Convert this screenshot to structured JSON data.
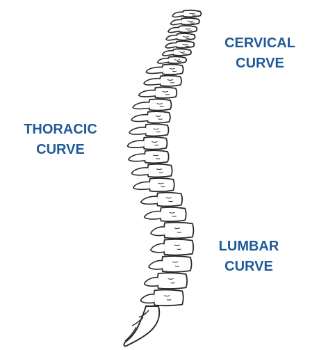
{
  "labels": {
    "cervical": {
      "line1": "CERVICAL",
      "line2": "CURVE"
    },
    "thoracic": {
      "line1": "THORACIC",
      "line2": "CURVE"
    },
    "lumbar": {
      "line1": "LUMBAR",
      "line2": "CURVE"
    }
  },
  "colors": {
    "label": "#1f5a99",
    "ink": "#2a2a2a",
    "background": "#ffffff"
  },
  "vertebrae": {
    "cervical_count": 7,
    "thoracic_count": 12,
    "lumbar_count": 5
  }
}
